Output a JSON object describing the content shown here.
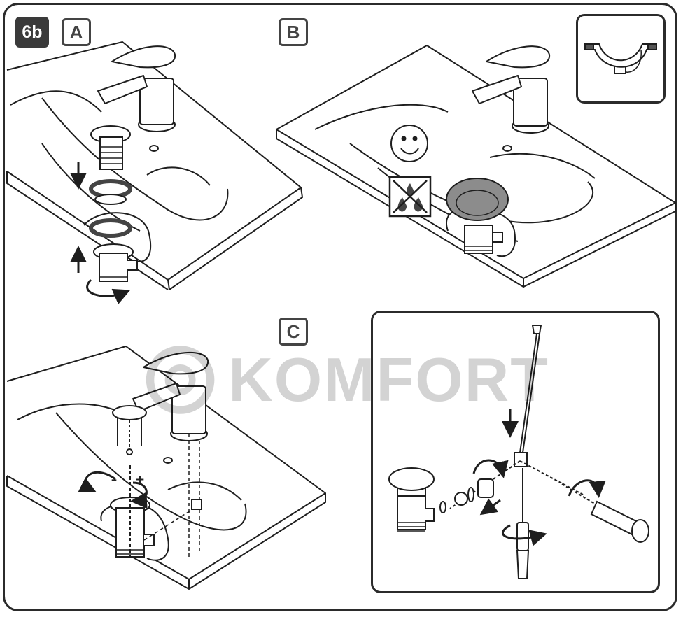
{
  "step": {
    "label": "6b"
  },
  "panels": [
    {
      "id": "A",
      "label": "A"
    },
    {
      "id": "B",
      "label": "B"
    },
    {
      "id": "C",
      "label": "C"
    }
  ],
  "adjust": {
    "minus": "–",
    "plus": "+"
  },
  "watermark": {
    "text": "KOMFORT"
  },
  "colors": {
    "line": "#1e1e1e",
    "seal": "#4a4a4a",
    "highlight": "#8c8c8c"
  }
}
